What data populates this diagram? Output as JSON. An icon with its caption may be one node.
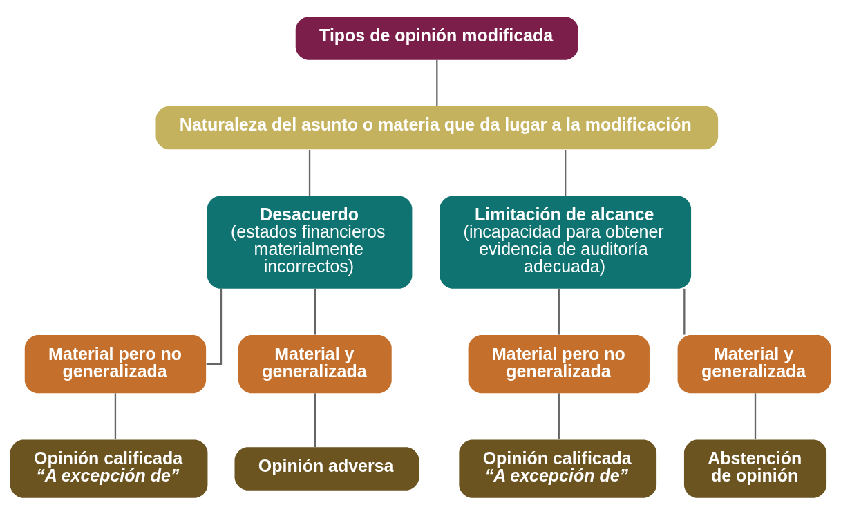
{
  "diagram": {
    "nodes": [
      {
        "text": [
          "Tipos de opinión modificada"
        ]
      },
      {
        "text": [
          "Naturaleza del asunto o materia que da lugar a la modificación"
        ]
      },
      {
        "text": [
          "Desacuerdo",
          "(estados financieros materialmente incorrectos)"
        ]
      },
      {
        "text": [
          "Limitación de alcance",
          "(incapacidad para obtener evidencia de auditoría adecuada)"
        ]
      },
      {
        "text": [
          "Material pero no generalizada"
        ]
      },
      {
        "text": [
          "Material y generalizada"
        ]
      },
      {
        "text": [
          "Material pero no generalizada"
        ]
      },
      {
        "text": [
          "Material y generalizada"
        ]
      },
      {
        "text": [
          "Opinión calificada",
          "“A excepción de”"
        ]
      },
      {
        "text": [
          "Opinión adversa"
        ]
      },
      {
        "text": [
          "Opinión calificada",
          "“A excepción de”"
        ]
      },
      {
        "text": [
          "Abstención de opinión"
        ]
      }
    ],
    "edges": [
      {
        "from": 0,
        "to": 1,
        "arrow": "none"
      },
      {
        "from": 1,
        "to": 2,
        "arrow": "none"
      },
      {
        "from": 1,
        "to": 3,
        "arrow": "none"
      },
      {
        "from": 2,
        "to": 4,
        "arrow": "none"
      },
      {
        "from": 2,
        "to": 5,
        "arrow": "none"
      },
      {
        "from": 3,
        "to": 6,
        "arrow": "none"
      },
      {
        "from": 3,
        "to": 7,
        "arrow": "none"
      },
      {
        "from": 4,
        "to": 8,
        "arrow": "none"
      },
      {
        "from": 5,
        "to": 9,
        "arrow": "none"
      },
      {
        "from": 6,
        "to": 10,
        "arrow": "none"
      },
      {
        "from": 7,
        "to": 11,
        "arrow": "none"
      }
    ]
  }
}
